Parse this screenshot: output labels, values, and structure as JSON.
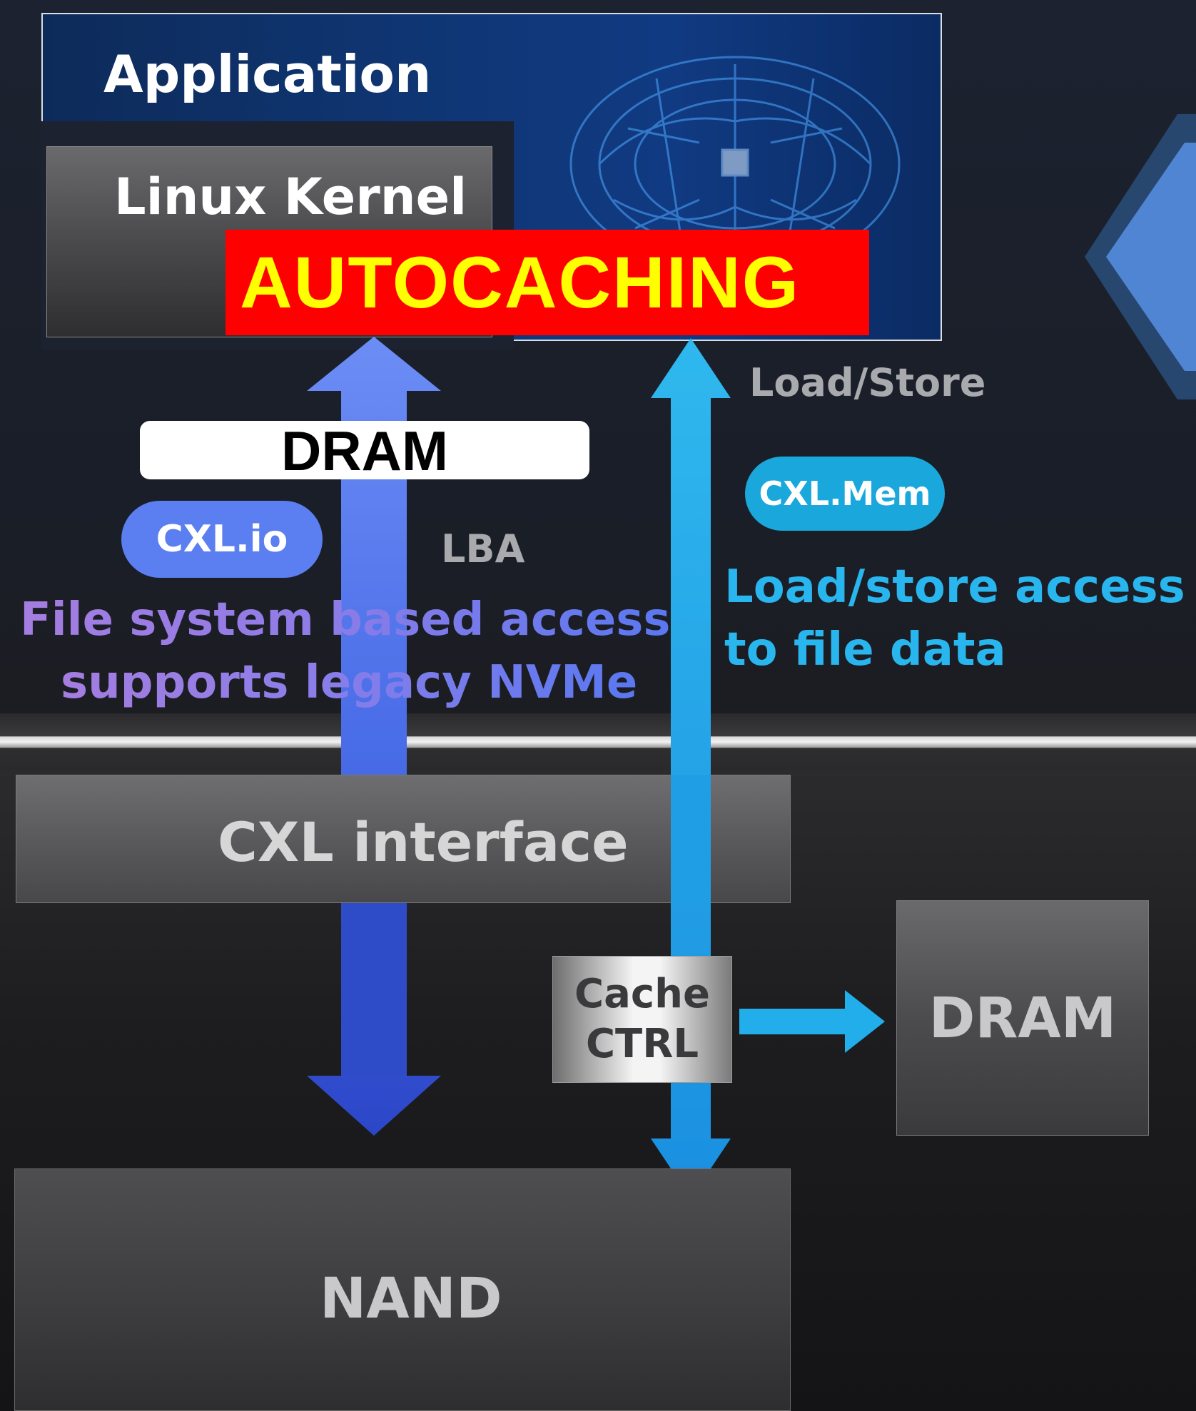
{
  "labels": {
    "application": "Application",
    "linux_kernel": "Linux Kernel",
    "autocaching": "AUTOCACHING",
    "dram_top": "DRAM",
    "cxl_io": "CXL.io",
    "lba": "LBA",
    "load_store": "Load/Store",
    "cxl_mem": "CXL.Mem",
    "fs_access_line1": "File system based access",
    "fs_access_line2": "supports legacy NVMe",
    "ls_access_line1": "Load/store access",
    "ls_access_line2": "to file data",
    "cxl_interface": "CXL interface",
    "cache_ctrl_line1": "Cache",
    "cache_ctrl_line2": "CTRL",
    "dram_right": "DRAM",
    "nand": "NAND"
  },
  "colors": {
    "autocaching_bg": "#ff0000",
    "autocaching_text": "#ffff00",
    "cxl_io_accent": "#5b7ef0",
    "cxl_mem_accent": "#1aa8dc",
    "application_bg": "#0f3572"
  },
  "icons": {
    "left_arrow": "double-headed-vertical-arrow",
    "right_arrow": "double-headed-vertical-arrow",
    "cache_to_dram": "right-arrow",
    "side_arrow": "left-pointing-arrow"
  }
}
